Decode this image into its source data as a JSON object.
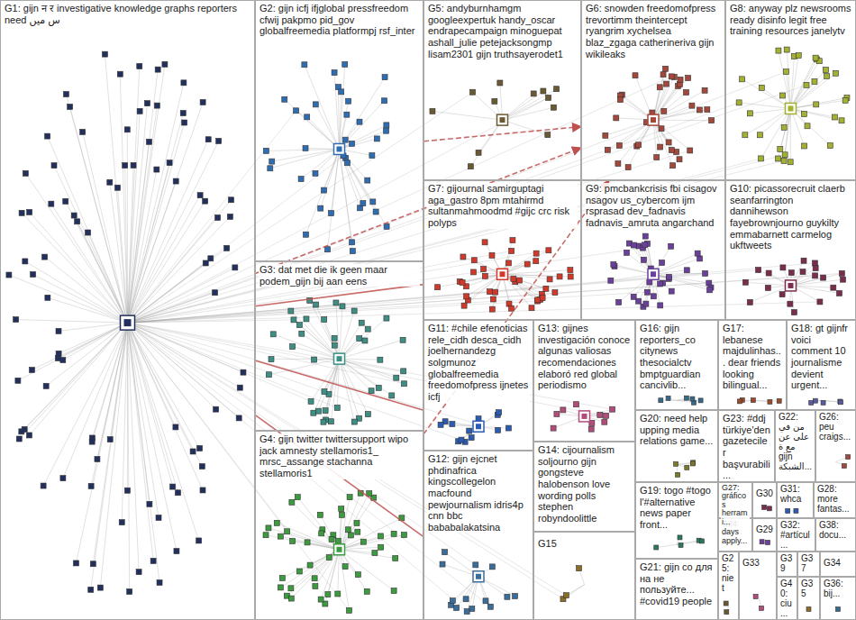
{
  "diagram": {
    "nodes": [
      {
        "text": [
          "G1: gijn न र investigative knowledge graphs reporters need س میں"
        ]
      },
      {
        "text": [
          "G2: gijn icfj ifjglobal pressfreedom cfwij pakpmo pid_gov globalfreemedia platformpj rsf_inter"
        ]
      },
      {
        "text": [
          "G3: dat met die ik geen maar podem_gijn bij aan eens"
        ]
      },
      {
        "text": [
          "G4: gijn twitter twittersupport wipo jack amnesty stellamoris1_ mrsc_assange stachanna stellamoris1"
        ]
      },
      {
        "text": [
          "G5: andyburnhamgm googleexpertuk handy_oscar endrapecampaign minoguepat ashall_julie petejacksongmp lisam2301 gijn truthsayerodet1"
        ]
      },
      {
        "text": [
          "G6: snowden freedomofpress trevortimm theintercept ryangrim xychelsea blaz_zgaga catherineriva gijn wikileaks"
        ]
      },
      {
        "text": [
          "G7: gijournal samirguptagi aga_gastro 8pm mtahirmd sultanmahmoodmd #gijc crc risk polyps"
        ]
      },
      {
        "text": [
          "G8: anyway plz newsrooms ready disinfo legit free training resources janelytv"
        ]
      },
      {
        "text": [
          "G9: pmcbankcrisis fbi cisagov nsagov us_cybercom ijm rsprasad dev_fadnavis fadnavis_amruta angarchand"
        ]
      },
      {
        "text": [
          "G10: picassorecruit claerb seanfarrington dannihewson fayebrownjourno guykilty emmabarnett carmelog ukftweets"
        ]
      },
      {
        "text": [
          "G11: #chile efenoticias rele_cidh desca_cidh joelhernandezg solgmunoz globalfreemedia freedomofpress ijnetes icfj"
        ]
      },
      {
        "text": [
          "G12: gijn ejcnet phdinafrica kingscollegelon macfound pewjournalism idris4p cnn bbc bababalakatsina"
        ]
      },
      {
        "text": [
          "G13: gijnes investigación conoce algunas valiosas recomendaciones elaboró red global periodismo"
        ]
      },
      {
        "text": [
          "G14: cijournalism soljourno gijn gongsteve halobenson love wording polls stephen robyndoolittle"
        ]
      },
      {
        "text": [
          "G15"
        ]
      },
      {
        "text": [
          "G16: gijn reporters_co citynews thesocialctv bmptguardian cancivlib..."
        ]
      },
      {
        "text": [
          "G17: lebanese majdulinhas... dear friends looking bilingual..."
        ]
      },
      {
        "text": [
          "G18: gt gijnfr voici comment 10 journalisme devient urgent..."
        ]
      },
      {
        "text": [
          "G19: togo #togo l'#alternative news paper front..."
        ]
      },
      {
        "text": [
          "G20: need help upping media relations game..."
        ]
      },
      {
        "text": [
          "G21: gijn co для на не пользуйте... #covid19 people"
        ]
      },
      {
        "text": [
          "G22: من في على عن مع ة gijn الشبكة..."
        ]
      },
      {
        "text": [
          "G23: #ddj türkiye'den gazeteciler başvurabili..."
        ]
      },
      {
        "text": [
          "G24: days apply..."
        ]
      },
      {
        "text": [
          "G25: niet"
        ]
      },
      {
        "text": [
          "G26: peu craigs..."
        ]
      },
      {
        "text": [
          "G27: gráficos herrami..."
        ]
      },
      {
        "text": [
          "G28: more fantas..."
        ]
      },
      {
        "text": [
          "G29"
        ]
      },
      {
        "text": [
          "G30"
        ]
      },
      {
        "text": [
          "G31: whca"
        ]
      },
      {
        "text": [
          "G32: #artícul..."
        ]
      },
      {
        "text": [
          "G33"
        ]
      },
      {
        "text": [
          "G34"
        ]
      },
      {
        "text": [
          "G35"
        ]
      },
      {
        "text": [
          "G36: bij..."
        ]
      },
      {
        "text": [
          "G37"
        ]
      },
      {
        "text": [
          "G38: docu..."
        ]
      },
      {
        "text": [
          "G39"
        ]
      },
      {
        "text": [
          "G40: ciu..."
        ]
      }
    ],
    "edges": [
      {
        "from": 0,
        "to": 5,
        "arrow": "to"
      },
      {
        "from": 1,
        "to": 5,
        "arrow": "to"
      },
      {
        "from": 3,
        "to": 5,
        "arrow": "to"
      },
      {
        "from": 0,
        "to": 6,
        "arrow": "none"
      },
      {
        "from": 0,
        "to": 10,
        "arrow": "none"
      },
      {
        "from": 0,
        "to": 11,
        "arrow": "none"
      }
    ]
  }
}
